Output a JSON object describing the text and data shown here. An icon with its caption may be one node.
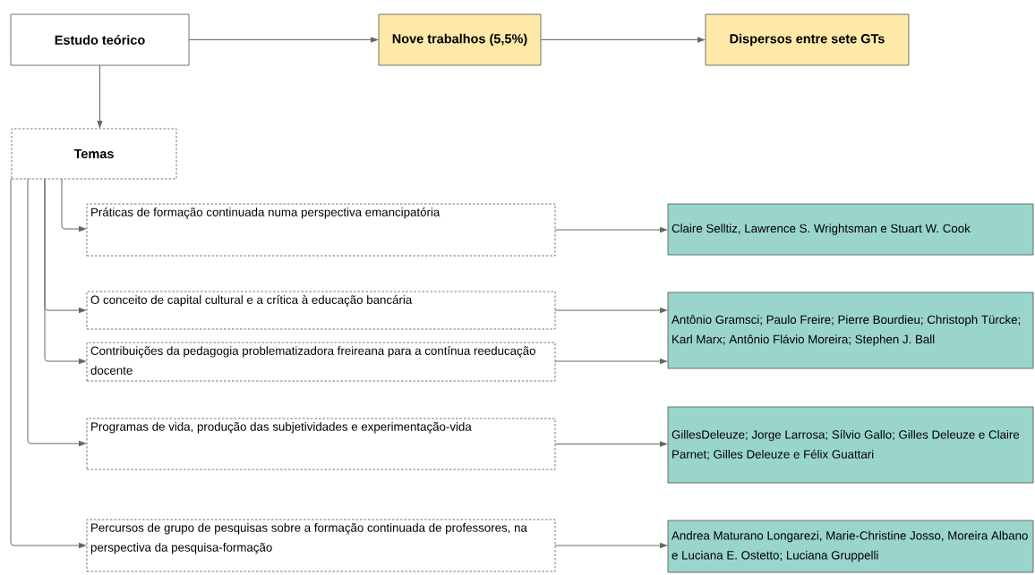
{
  "diagram": {
    "nodes": [
      {
        "text": [
          "Estudo teórico"
        ]
      },
      {
        "text": [
          "Nove trabalhos (5,5%)"
        ]
      },
      {
        "text": [
          "Dispersos entre sete GTs"
        ]
      },
      {
        "text": [
          "Temas"
        ]
      },
      {
        "text": [
          "Práticas de formação continuada numa perspectiva emancipatória"
        ]
      },
      {
        "text": [
          "O conceito de capital cultural e a crítica à educação bancária"
        ]
      },
      {
        "text": [
          "Contribuições da pedagogia problematizadora freireana para a contínua reeducação docente"
        ]
      },
      {
        "text": [
          "Programas de vida, produção das subjetividades e experimentação-vida"
        ]
      },
      {
        "text": [
          "Percursos de grupo de pesquisas sobre a formação continuada de professores, na perspectiva da pesquisa-formação"
        ]
      },
      {
        "text": [
          "Claire Selltiz, Lawrence S. Wrightsman e Stuart W. Cook"
        ]
      },
      {
        "text": [
          "Antônio Gramsci; Paulo Freire; Pierre Bourdieu; Christoph Türcke; Karl Marx; Antônio Flávio Moreira; Stephen J. Ball"
        ]
      },
      {
        "text": [
          "GillesDeleuze; Jorge Larrosa; Sílvio Gallo; Gilles Deleuze e Claire Parnet; Gilles Deleuze e Félix Guattari"
        ]
      },
      {
        "text": [
          "Andrea Maturano Longarezi, Marie-Christine Josso, Moreira Albano e Luciana E. Ostetto; Luciana Gruppelli"
        ]
      }
    ],
    "edges": [
      {
        "from": 0,
        "to": 1,
        "arrow": "to"
      },
      {
        "from": 1,
        "to": 2,
        "arrow": "to"
      },
      {
        "from": 0,
        "to": 3,
        "arrow": "to"
      },
      {
        "from": 3,
        "to": 4,
        "arrow": "to"
      },
      {
        "from": 3,
        "to": 5,
        "arrow": "to"
      },
      {
        "from": 3,
        "to": 6,
        "arrow": "to"
      },
      {
        "from": 3,
        "to": 7,
        "arrow": "to"
      },
      {
        "from": 3,
        "to": 8,
        "arrow": "to"
      },
      {
        "from": 4,
        "to": 9,
        "arrow": "to"
      },
      {
        "from": 5,
        "to": 10,
        "arrow": "to"
      },
      {
        "from": 6,
        "to": 10,
        "arrow": "to"
      },
      {
        "from": 7,
        "to": 11,
        "arrow": "to"
      },
      {
        "from": 8,
        "to": 12,
        "arrow": "to"
      }
    ]
  }
}
